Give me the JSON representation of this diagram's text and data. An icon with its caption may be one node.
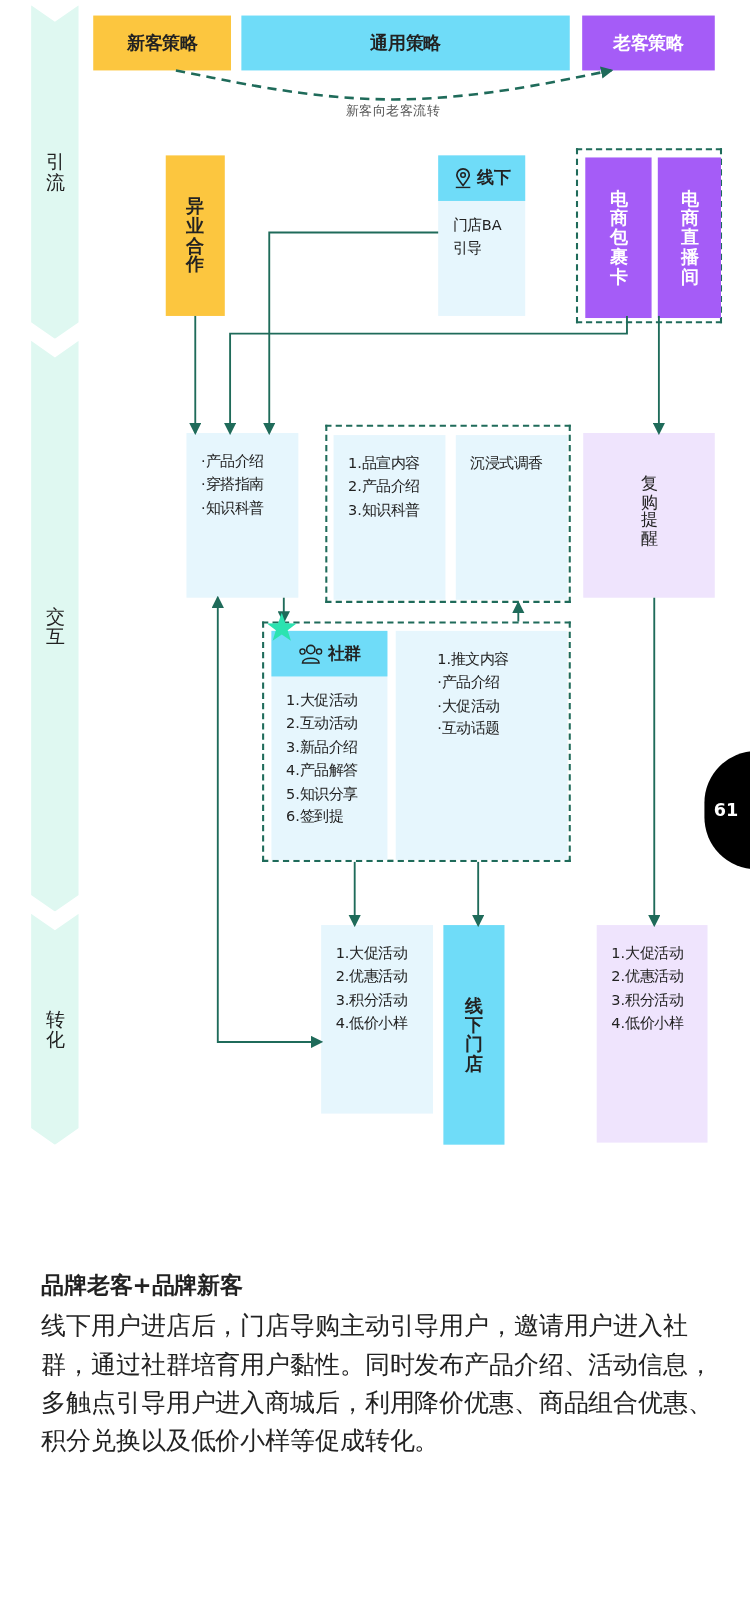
{
  "diagram": {
    "title": "品牌老客+品牌新客",
    "caption": "线下用户进店后，门店导购主动引导用户，邀请用户进入社群，通过社群培育用户黏性。同时发布产品介绍、活动信息，多触点引导用户进入商城后，利用降价优惠、商品组合优惠、积分兑换以及低价小样等促成转化。",
    "nodes": [
      {
        "text": [
          "引流"
        ]
      },
      {
        "text": [
          "交互"
        ]
      },
      {
        "text": [
          "转化"
        ]
      },
      {
        "text": [
          "新客策略"
        ]
      },
      {
        "text": [
          "通用策略"
        ]
      },
      {
        "text": [
          "老客策略"
        ]
      },
      {
        "text": [
          "异业合作"
        ]
      },
      {
        "text": [
          "线下",
          "门店BA 引导"
        ]
      },
      {
        "text": [],
        "shape": "box"
      },
      {
        "text": [
          "电商包裹卡"
        ],
        "in": 8
      },
      {
        "text": [
          "电商直播间"
        ],
        "in": 8
      },
      {
        "text": [
          "·产品介绍 ·穿搭指南 ·知识科普"
        ]
      },
      {
        "text": [],
        "shape": "box"
      },
      {
        "text": [
          "1.品宣内容 2.产品介绍 3.知识科普"
        ],
        "in": 12
      },
      {
        "text": [
          "沉浸式调香"
        ],
        "in": 12
      },
      {
        "text": [
          "复购提醒"
        ]
      },
      {
        "text": [],
        "shape": "box"
      },
      {
        "text": [
          "社群",
          "1.大促活动 2.互动活动 3.新品介绍 4.产品解答 5.知识分享 6.签到提"
        ],
        "in": 16
      },
      {
        "text": [
          "1.推文内容 ·产品介绍 ·大促活动 ·互动话题"
        ],
        "in": 16
      },
      {
        "text": [
          "1.大促活动 2.优惠活动 3.积分活动 4.低价小样"
        ]
      },
      {
        "text": [
          "线下门店"
        ]
      },
      {
        "text": [
          "1.大促活动 2.优惠活动 3.积分活动 4.低价小样"
        ]
      }
    ],
    "edges": [
      {
        "from": 3,
        "to": 5,
        "arrow": "to",
        "label": "新客向老客流转",
        "style": "dashed"
      },
      {
        "from": 6,
        "to": 11,
        "arrow": "to"
      },
      {
        "from": 7,
        "to": 11,
        "arrow": "to"
      },
      {
        "from": 9,
        "to": 11,
        "arrow": "to"
      },
      {
        "from": 10,
        "to": 15,
        "arrow": "to"
      },
      {
        "from": 11,
        "to": 16,
        "arrow": "to"
      },
      {
        "from": 16,
        "to": 12,
        "arrow": "to"
      },
      {
        "from": 16,
        "to": 19,
        "arrow": "to"
      },
      {
        "from": 16,
        "to": 20,
        "arrow": "to"
      },
      {
        "from": 11,
        "to": 19,
        "arrow": "both"
      },
      {
        "from": 15,
        "to": 21,
        "arrow": "to"
      }
    ],
    "labels": [
      "61"
    ]
  }
}
